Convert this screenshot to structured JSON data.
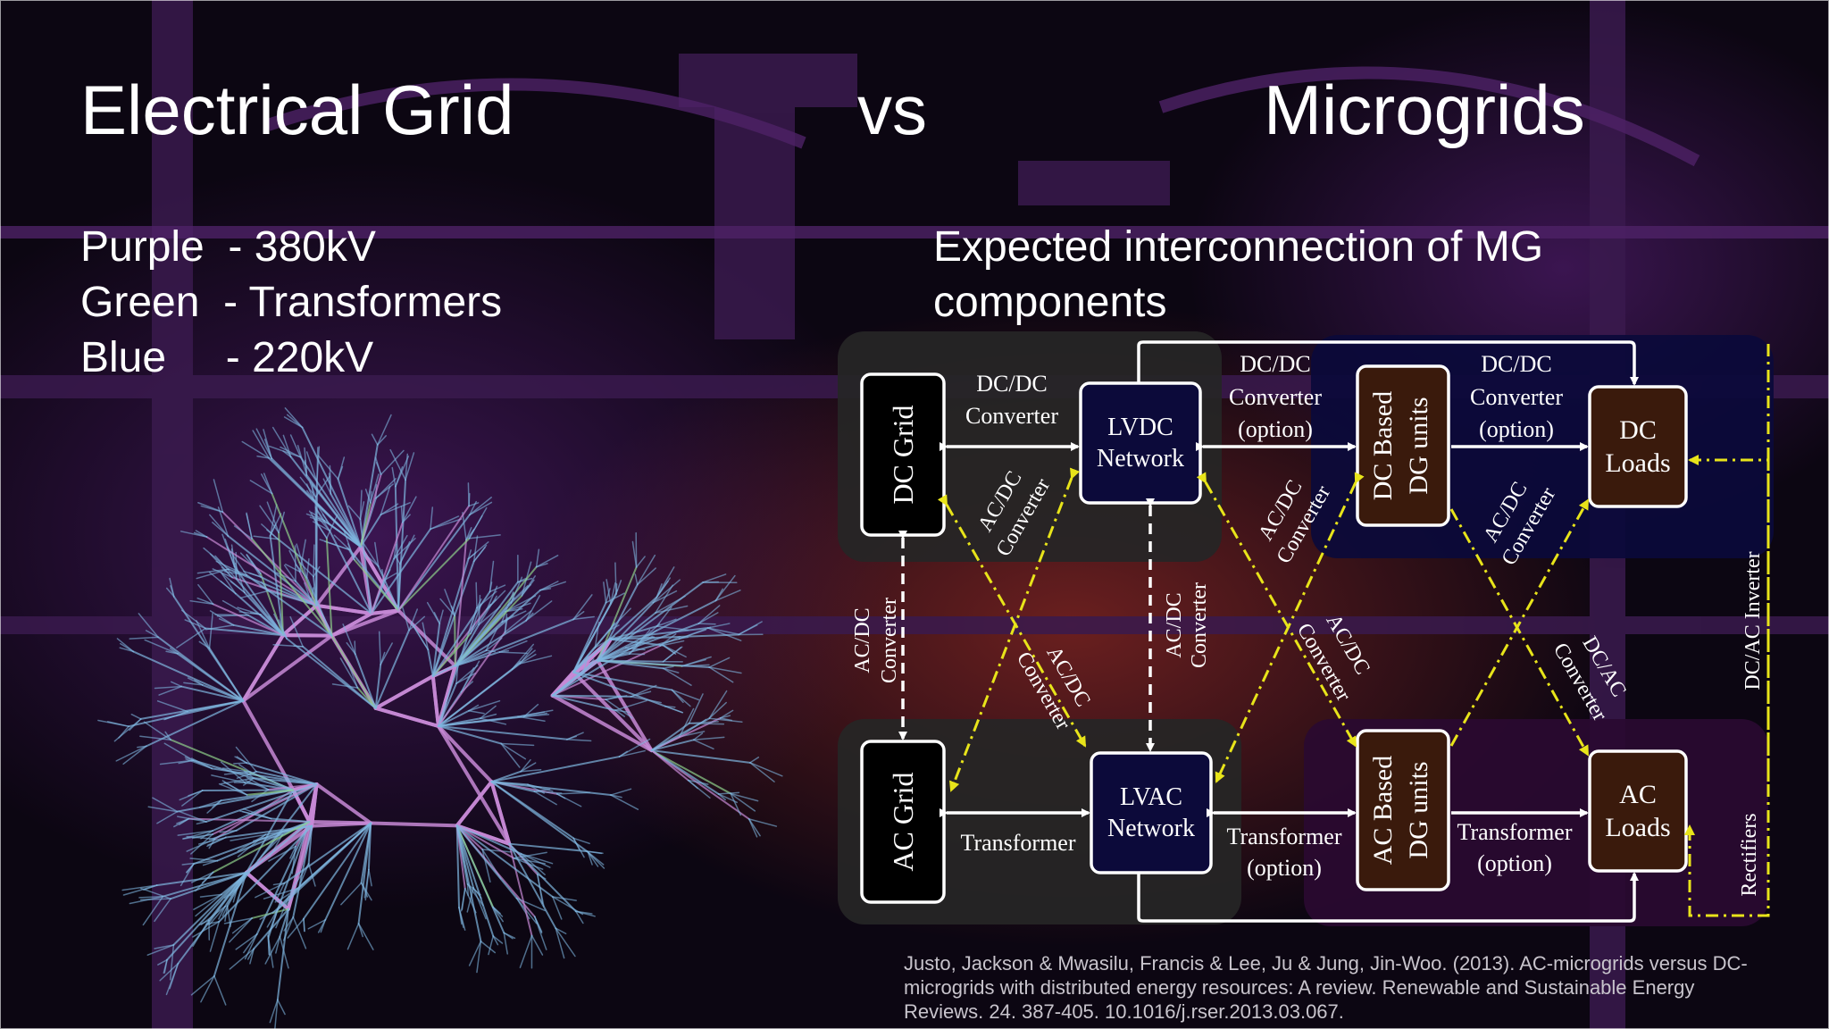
{
  "slide": {
    "title_left": "Electrical Grid",
    "title_vs": "vs",
    "title_right": "Microgrids",
    "legend": [
      {
        "color_name": "Purple",
        "sep": "  - ",
        "meaning": "380kV"
      },
      {
        "color_name": "Green",
        "sep": "  - ",
        "meaning": "Transformers"
      },
      {
        "color_name": "Blue",
        "sep": "     - ",
        "meaning": "220kV"
      }
    ],
    "subtitle_line1": "Expected interconnection of MG",
    "subtitle_line2": "components",
    "citation": "Justo, Jackson & Mwasilu, Francis & Lee, Ju & Jung, Jin-Woo. (2013). AC-microgrids versus DC-microgrids with distributed energy resources: A review. Renewable and Sustainable Energy Reviews. 24. 387-405. 10.1016/j.rser.2013.03.067."
  },
  "colors": {
    "grid_purple": "#c78ad6",
    "grid_blue": "#7fb6e0",
    "grid_green": "#8fd08a",
    "accent_yellow": "#e8e41a",
    "dc_box": "#0c0a3a",
    "dg_box": "#3a1a0c"
  },
  "diagram": {
    "nodes": {
      "dc_grid": "DC Grid",
      "ac_grid": "AC Grid",
      "lvdc": [
        "LVDC",
        "Network"
      ],
      "lvac": [
        "LVAC",
        "Network"
      ],
      "dc_dg": [
        "DC Based",
        "DG units"
      ],
      "ac_dg": [
        "AC Based",
        "DG units"
      ],
      "dc_loads": [
        "DC",
        "Loads"
      ],
      "ac_loads": [
        "AC",
        "Loads"
      ]
    },
    "edge_labels": {
      "dc_grid_lvdc": [
        "DC/DC",
        "Converter"
      ],
      "lvdc_dcdg": [
        "DC/DC",
        "Converter",
        "(option)"
      ],
      "dcdg_dcloads": [
        "DC/DC",
        "Converter",
        "(option)"
      ],
      "ac_grid_lvac": "Transformer",
      "lvac_acdg": [
        "Transformer",
        "(option)"
      ],
      "acdg_acloads": [
        "Transformer",
        "(option)"
      ],
      "grid_vertical": [
        "AC/DC",
        "Converter"
      ],
      "network_vertical": [
        "AC/DC",
        "Converter"
      ],
      "diag_left_upper": [
        "AC/DC",
        "Converter"
      ],
      "diag_left_lower": [
        "AC/DC",
        "Converter"
      ],
      "diag_mid_upper": [
        "AC/DC",
        "Converter"
      ],
      "diag_mid_lower": [
        "AC/DC",
        "Converter"
      ],
      "diag_right_upper": [
        "AC/DC",
        "Converter"
      ],
      "diag_right_lower": [
        "DC/AC",
        "Converter"
      ],
      "dc_ac_inverter": "DC/AC Inverter",
      "rectifiers": "Rectifiers"
    }
  }
}
